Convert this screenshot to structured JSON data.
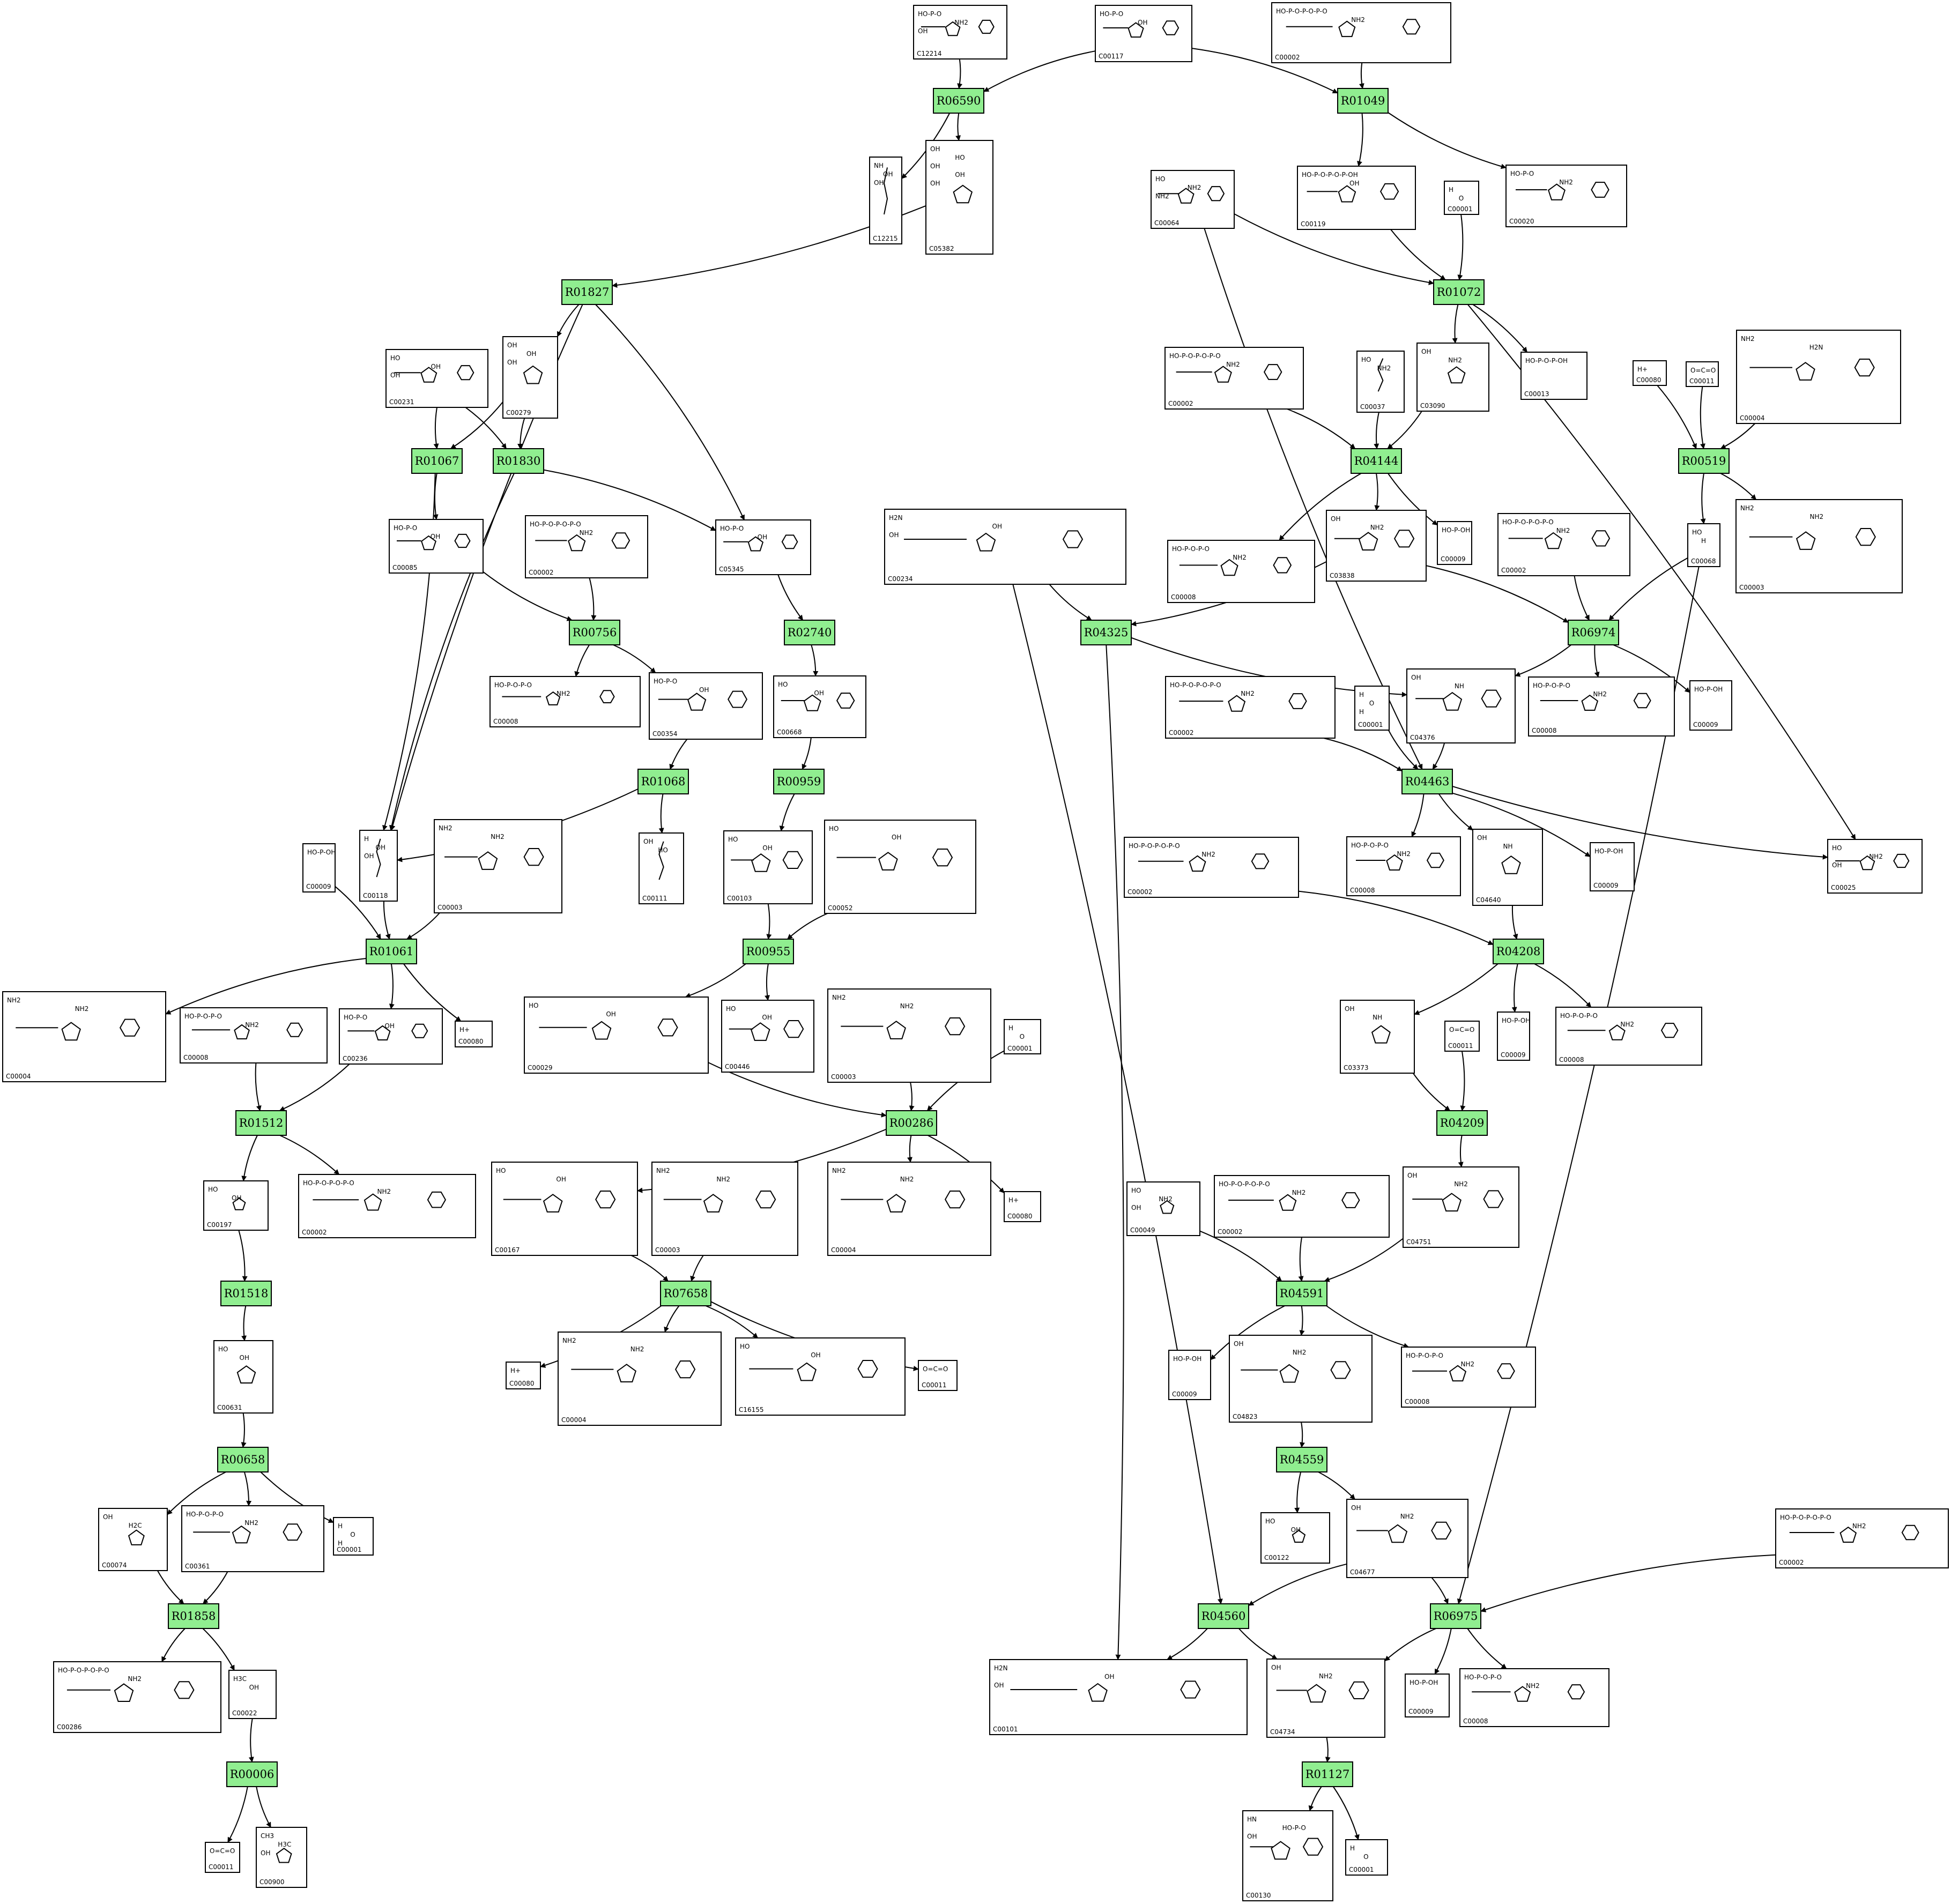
{
  "reactions": [
    {
      "id": "R06590"
    },
    {
      "id": "R01049"
    },
    {
      "id": "R01827"
    },
    {
      "id": "R01072"
    },
    {
      "id": "R01067"
    },
    {
      "id": "R01830"
    },
    {
      "id": "R04144"
    },
    {
      "id": "R00519"
    },
    {
      "id": "R00756"
    },
    {
      "id": "R02740"
    },
    {
      "id": "R04325"
    },
    {
      "id": "R06974"
    },
    {
      "id": "R01068"
    },
    {
      "id": "R00959"
    },
    {
      "id": "R04463"
    },
    {
      "id": "R01061"
    },
    {
      "id": "R00955"
    },
    {
      "id": "R04208"
    },
    {
      "id": "R01512"
    },
    {
      "id": "R00286"
    },
    {
      "id": "R04209"
    },
    {
      "id": "R01518"
    },
    {
      "id": "R07658"
    },
    {
      "id": "R04591"
    },
    {
      "id": "R00658"
    },
    {
      "id": "R04559"
    },
    {
      "id": "R01858"
    },
    {
      "id": "R04560"
    },
    {
      "id": "R06975"
    },
    {
      "id": "R00006"
    },
    {
      "id": "R01127"
    }
  ],
  "compounds": [
    {
      "id": "C12214",
      "text": [
        "HO-P-O",
        "NH2",
        "OH"
      ]
    },
    {
      "id": "C00117",
      "text": [
        "HO-P-O",
        "OH"
      ]
    },
    {
      "id": "C00002",
      "text": [
        "HO-P-O-P-O-P-O",
        "NH2"
      ]
    },
    {
      "id": "C12215",
      "text": [
        "NH",
        "OH",
        "OH"
      ]
    },
    {
      "id": "C05382",
      "text": [
        "OH",
        "HO",
        "OH",
        "OH",
        "OH"
      ]
    },
    {
      "id": "C00119",
      "text": [
        "HO-P-O-P-O-P-OH",
        "OH"
      ]
    },
    {
      "id": "C00001",
      "text": [
        "H",
        "O",
        "H"
      ]
    },
    {
      "id": "C00064",
      "text": [
        "HO",
        "NH2",
        "NH2"
      ]
    },
    {
      "id": "C00020",
      "text": [
        "HO-P-O",
        "NH2"
      ]
    },
    {
      "id": "C00231",
      "text": [
        "HO",
        "OH",
        "OH"
      ]
    },
    {
      "id": "C00279",
      "text": [
        "OH",
        "OH",
        "OH"
      ]
    },
    {
      "id": "C00002",
      "text": [
        "HO-P-O-P-O-P-O",
        "NH2"
      ]
    },
    {
      "id": "C00037",
      "text": [
        "HO",
        "NH2"
      ]
    },
    {
      "id": "C03090",
      "text": [
        "OH",
        "NH2"
      ]
    },
    {
      "id": "C00013",
      "text": [
        "HO-P-O-P-OH"
      ]
    },
    {
      "id": "C00080",
      "text": [
        "H+"
      ]
    },
    {
      "id": "C00011",
      "text": [
        "O=C=O"
      ]
    },
    {
      "id": "C00004",
      "text": [
        "NH2",
        "H2N"
      ]
    },
    {
      "id": "C00085",
      "text": [
        "HO-P-O",
        "OH"
      ]
    },
    {
      "id": "C00002",
      "text": [
        "HO-P-O-P-O-P-O",
        "NH2"
      ]
    },
    {
      "id": "C05345",
      "text": [
        "HO-P-O",
        "OH"
      ]
    },
    {
      "id": "C00234",
      "text": [
        "H2N",
        "OH",
        "OH"
      ]
    },
    {
      "id": "C00008",
      "text": [
        "HO-P-O-P-O",
        "NH2"
      ]
    },
    {
      "id": "C03838",
      "text": [
        "OH",
        "NH2"
      ]
    },
    {
      "id": "C00009",
      "text": [
        "HO-P-OH"
      ]
    },
    {
      "id": "C00002",
      "text": [
        "HO-P-O-P-O-P-O",
        "NH2"
      ]
    },
    {
      "id": "C00068",
      "text": [
        "HO",
        "H"
      ]
    },
    {
      "id": "C00003",
      "text": [
        "NH2",
        "NH2"
      ]
    },
    {
      "id": "C00008",
      "text": [
        "HO-P-O-P-O",
        "NH2"
      ]
    },
    {
      "id": "C00354",
      "text": [
        "HO-P-O",
        "OH"
      ]
    },
    {
      "id": "C00668",
      "text": [
        "HO",
        "OH"
      ]
    },
    {
      "id": "C00002",
      "text": [
        "HO-P-O-P-O-P-O",
        "NH2"
      ]
    },
    {
      "id": "C00001",
      "text": [
        "H",
        "O",
        "H"
      ]
    },
    {
      "id": "C04376",
      "text": [
        "OH",
        "NH"
      ]
    },
    {
      "id": "C00008",
      "text": [
        "HO-P-O-P-O",
        "NH2"
      ]
    },
    {
      "id": "C00009",
      "text": [
        "HO-P-OH"
      ]
    },
    {
      "id": "C00009",
      "text": [
        "HO-P-OH"
      ]
    },
    {
      "id": "C00118",
      "text": [
        "H",
        "OH",
        "OH"
      ]
    },
    {
      "id": "C00003",
      "text": [
        "NH2",
        "NH2"
      ]
    },
    {
      "id": "C00111",
      "text": [
        "OH",
        "HO"
      ]
    },
    {
      "id": "C00103",
      "text": [
        "HO",
        "OH"
      ]
    },
    {
      "id": "C00052",
      "text": [
        "HO",
        "OH"
      ]
    },
    {
      "id": "C00002",
      "text": [
        "HO-P-O-P-O-P-O",
        "NH2"
      ]
    },
    {
      "id": "C00008",
      "text": [
        "HO-P-O-P-O",
        "NH2"
      ]
    },
    {
      "id": "C04640",
      "text": [
        "OH",
        "NH"
      ]
    },
    {
      "id": "C00009",
      "text": [
        "HO-P-OH"
      ]
    },
    {
      "id": "C00025",
      "text": [
        "HO",
        "NH2",
        "OH"
      ]
    },
    {
      "id": "C00004",
      "text": [
        "NH2",
        "NH2"
      ]
    },
    {
      "id": "C00008",
      "text": [
        "HO-P-O-P-O",
        "NH2"
      ]
    },
    {
      "id": "C00236",
      "text": [
        "HO-P-O",
        "OH"
      ]
    },
    {
      "id": "C00080",
      "text": [
        "H+"
      ]
    },
    {
      "id": "C00029",
      "text": [
        "HO",
        "OH"
      ]
    },
    {
      "id": "C00446",
      "text": [
        "HO",
        "OH"
      ]
    },
    {
      "id": "C00003",
      "text": [
        "NH2",
        "NH2"
      ]
    },
    {
      "id": "C00001",
      "text": [
        "H",
        "O",
        "H"
      ]
    },
    {
      "id": "C03373",
      "text": [
        "OH",
        "NH"
      ]
    },
    {
      "id": "C00011",
      "text": [
        "O=C=O"
      ]
    },
    {
      "id": "C00009",
      "text": [
        "HO-P-OH"
      ]
    },
    {
      "id": "C00008",
      "text": [
        "HO-P-O-P-O",
        "NH2"
      ]
    },
    {
      "id": "C00197",
      "text": [
        "HO",
        "OH"
      ]
    },
    {
      "id": "C00002",
      "text": [
        "HO-P-O-P-O-P-O",
        "NH2"
      ]
    },
    {
      "id": "C00167",
      "text": [
        "HO",
        "OH"
      ]
    },
    {
      "id": "C00003",
      "text": [
        "NH2",
        "NH2"
      ]
    },
    {
      "id": "C00004",
      "text": [
        "NH2",
        "NH2"
      ]
    },
    {
      "id": "C00080",
      "text": [
        "H+"
      ]
    },
    {
      "id": "C00049",
      "text": [
        "HO",
        "NH2",
        "OH"
      ]
    },
    {
      "id": "C00002",
      "text": [
        "HO-P-O-P-O-P-O",
        "NH2"
      ]
    },
    {
      "id": "C04751",
      "text": [
        "OH",
        "NH2"
      ]
    },
    {
      "id": "C00631",
      "text": [
        "HO",
        "OH"
      ]
    },
    {
      "id": "C00080",
      "text": [
        "H+"
      ]
    },
    {
      "id": "C00004",
      "text": [
        "NH2",
        "NH2"
      ]
    },
    {
      "id": "C16155",
      "text": [
        "HO",
        "OH"
      ]
    },
    {
      "id": "C00011",
      "text": [
        "O=C=O"
      ]
    },
    {
      "id": "C00009",
      "text": [
        "HO-P-OH"
      ]
    },
    {
      "id": "C04823",
      "text": [
        "OH",
        "NH2"
      ]
    },
    {
      "id": "C00008",
      "text": [
        "HO-P-O-P-O",
        "NH2"
      ]
    },
    {
      "id": "C00074",
      "text": [
        "OH",
        "H2C"
      ]
    },
    {
      "id": "C00361",
      "text": [
        "HO-P-O-P-O",
        "NH2"
      ]
    },
    {
      "id": "C00001",
      "text": [
        "H",
        "O",
        "H"
      ]
    },
    {
      "id": "C00122",
      "text": [
        "HO",
        "OH"
      ]
    },
    {
      "id": "C04677",
      "text": [
        "OH",
        "NH2"
      ]
    },
    {
      "id": "C00002",
      "text": [
        "HO-P-O-P-O-P-O",
        "NH2"
      ]
    },
    {
      "id": "C00286",
      "text": [
        "HO-P-O-P-O-P-O",
        "NH2"
      ]
    },
    {
      "id": "C00022",
      "text": [
        "H3C",
        "OH"
      ]
    },
    {
      "id": "C00101",
      "text": [
        "H2N",
        "OH",
        "OH"
      ]
    },
    {
      "id": "C04734",
      "text": [
        "OH",
        "NH2"
      ]
    },
    {
      "id": "C00009",
      "text": [
        "HO-P-OH"
      ]
    },
    {
      "id": "C00008",
      "text": [
        "HO-P-O-P-O",
        "NH2"
      ]
    },
    {
      "id": "C00011",
      "text": [
        "O=C=O"
      ]
    },
    {
      "id": "C00900",
      "text": [
        "CH3",
        "H3C",
        "OH"
      ]
    },
    {
      "id": "C00130",
      "text": [
        "HN",
        "HO-P-O",
        "OH"
      ]
    },
    {
      "id": "C00001",
      "text": [
        "H",
        "O",
        "H"
      ]
    }
  ]
}
